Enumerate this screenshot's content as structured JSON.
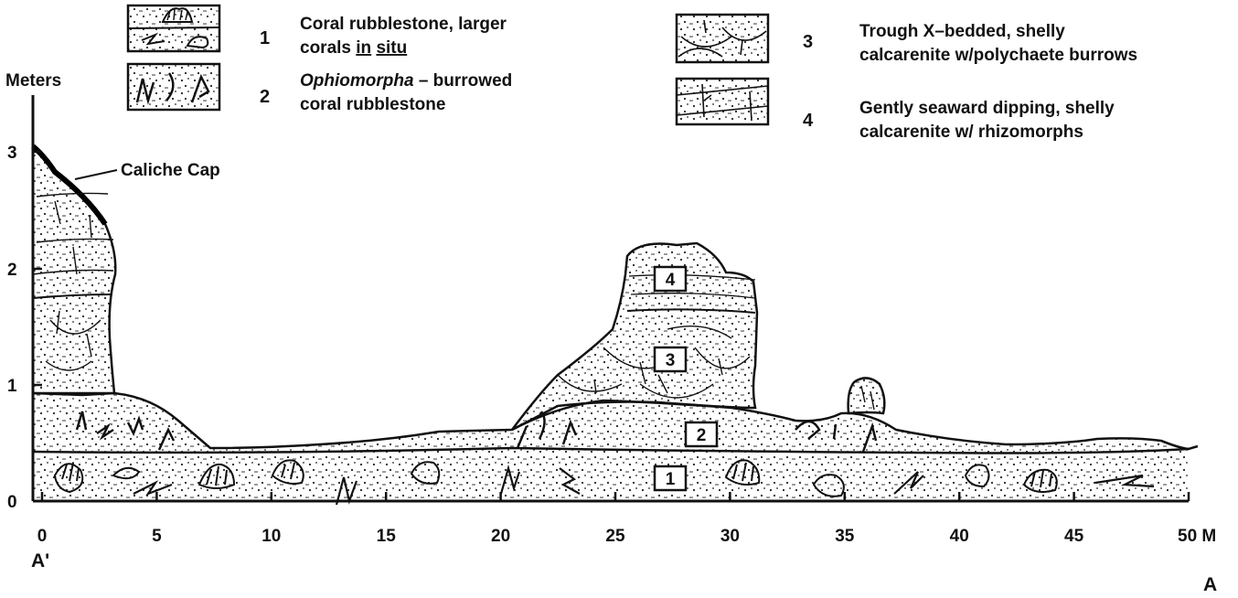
{
  "legend": [
    {
      "num": "1",
      "line1": "Coral rubblestone, larger",
      "line2_pre": "corals ",
      "line2_u1": "in",
      "line2_mid": " ",
      "line2_u2": "situ"
    },
    {
      "num": "2",
      "line1_italic": "Ophiomorpha",
      "line1_rest": " – burrowed",
      "line2": "coral rubblestone"
    },
    {
      "num": "3",
      "line1": "Trough X–bedded, shelly",
      "line2": "calcarenite w/polychaete burrows"
    },
    {
      "num": "4",
      "line1": "Gently seaward dipping, shelly",
      "line2": "calcarenite w/ rhizomorphs"
    }
  ],
  "y_axis": {
    "label": "Meters",
    "ticks": [
      "0",
      "1",
      "2",
      "3"
    ]
  },
  "x_axis": {
    "ticks": [
      "0",
      "5",
      "10",
      "15",
      "20",
      "25",
      "30",
      "35",
      "40",
      "45",
      "50 M"
    ]
  },
  "section_ends": {
    "left": "A'",
    "right": "A"
  },
  "annotations": {
    "caliche": "Caliche Cap"
  },
  "unit_boxes": [
    "1",
    "2",
    "3",
    "4"
  ]
}
